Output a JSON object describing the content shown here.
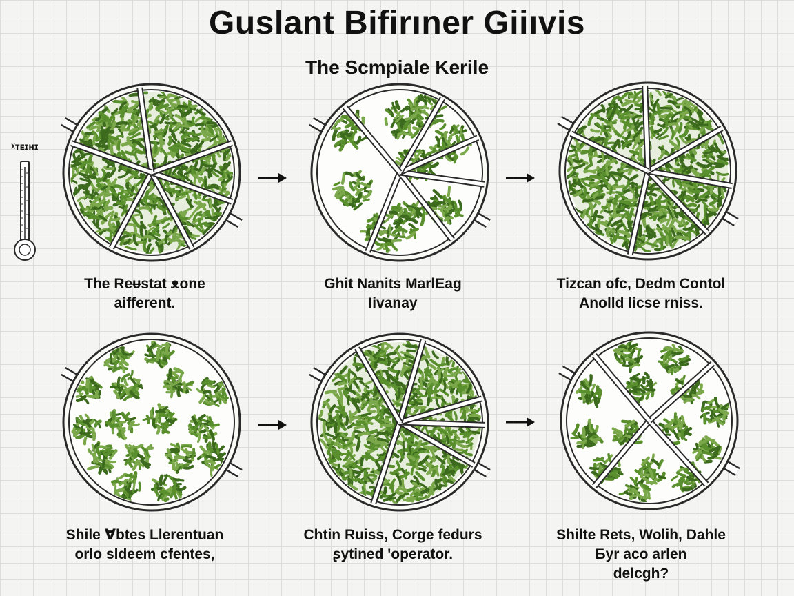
{
  "title": "Guslant Bifirıner Giiıvis",
  "subtitle": "The Scmpiale Kerile",
  "thermometer": {
    "label": "ᵡᴛᴇɪʜɪ"
  },
  "colors": {
    "leaf_dark": "#3d6b1e",
    "leaf_mid": "#5a8f2e",
    "leaf_light": "#7aa84a",
    "outline": "#2a2a2a",
    "dish_fill": "#fafaf7"
  },
  "panels": [
    {
      "pattern": "dense",
      "caption": [
        "The Reᵾstat ᴥone",
        "aifferent."
      ]
    },
    {
      "pattern": "clumps",
      "caption": [
        "Ghit Nanits MarlEag",
        "Iivanay"
      ]
    },
    {
      "pattern": "dense",
      "caption": [
        "Tizcan ofc, Dedm Contol",
        "Anolld licse rniss."
      ]
    },
    {
      "pattern": "clusters",
      "caption": [
        "Shile Ɐbtes Llerentuan",
        "orlo sldeem cfentes,"
      ]
    },
    {
      "pattern": "dense",
      "caption": [
        "Chtin Ruiss, Corge fedurs",
        "ʂytined 'operator."
      ]
    },
    {
      "pattern": "clusters",
      "caption": [
        "Shilte Rets, Wolih, Dahle",
        "Бyr aco arlen",
        "delcgh?"
      ]
    }
  ]
}
